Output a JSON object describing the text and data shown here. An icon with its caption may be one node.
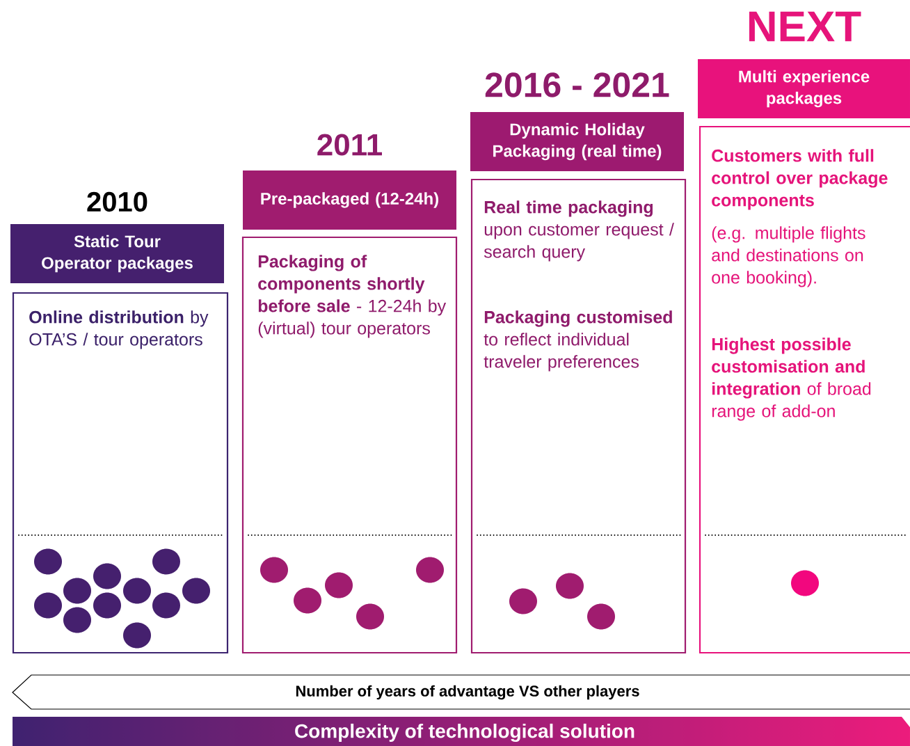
{
  "diagram": {
    "nodes": [
      {
        "text": [
          "Static Tour Operator packages"
        ],
        "beside": [
          "2010"
        ]
      },
      {
        "text": [
          "**Online distribution** by OTA’S / tour operators"
        ]
      },
      {
        "text": [],
        "shape": "circle",
        "in": 1
      },
      {
        "text": [],
        "shape": "circle",
        "in": 1
      },
      {
        "text": [],
        "shape": "circle",
        "in": 1
      },
      {
        "text": [],
        "shape": "circle",
        "in": 1
      },
      {
        "text": [],
        "shape": "circle",
        "in": 1
      },
      {
        "text": [],
        "shape": "circle",
        "in": 1
      },
      {
        "text": [],
        "shape": "circle",
        "in": 1
      },
      {
        "text": [],
        "shape": "circle",
        "in": 1
      },
      {
        "text": [],
        "shape": "circle",
        "in": 1
      },
      {
        "text": [],
        "shape": "circle",
        "in": 1
      },
      {
        "text": [],
        "shape": "circle",
        "in": 1
      },
      {
        "text": [
          "**Pre-packaged** (12-24h)"
        ],
        "beside": [
          "2011"
        ]
      },
      {
        "text": [
          "**Packaging of components shortly before sale** - 12-24h by (virtual) tour operators"
        ]
      },
      {
        "text": [],
        "shape": "circle",
        "in": 14
      },
      {
        "text": [],
        "shape": "circle",
        "in": 14
      },
      {
        "text": [],
        "shape": "circle",
        "in": 14
      },
      {
        "text": [],
        "shape": "circle",
        "in": 14
      },
      {
        "text": [],
        "shape": "circle",
        "in": 14
      },
      {
        "text": [
          "**Dynamic Holiday Packaging** (real time)"
        ],
        "beside": [
          "2016 - 2021"
        ]
      },
      {
        "text": [
          "**Real time packaging** upon customer request / search query",
          "**Packaging customised** to reflect individual traveler preferences"
        ]
      },
      {
        "text": [],
        "shape": "circle",
        "in": 21
      },
      {
        "text": [],
        "shape": "circle",
        "in": 21
      },
      {
        "text": [],
        "shape": "circle",
        "in": 21
      },
      {
        "text": [
          "Multi experience packages"
        ],
        "beside": [
          "NEXT"
        ]
      },
      {
        "text": [
          "Customers with full control over package components",
          "(e.g. multiple flights and destinations on one booking).",
          "**Highest possible customisation and integration** of broad range of add-on"
        ]
      },
      {
        "text": [],
        "shape": "circle",
        "in": 26
      },
      {
        "text": [
          "Number of years of advantage VS other players"
        ]
      },
      {
        "text": [
          "Complexity of technological solution"
        ]
      }
    ]
  }
}
